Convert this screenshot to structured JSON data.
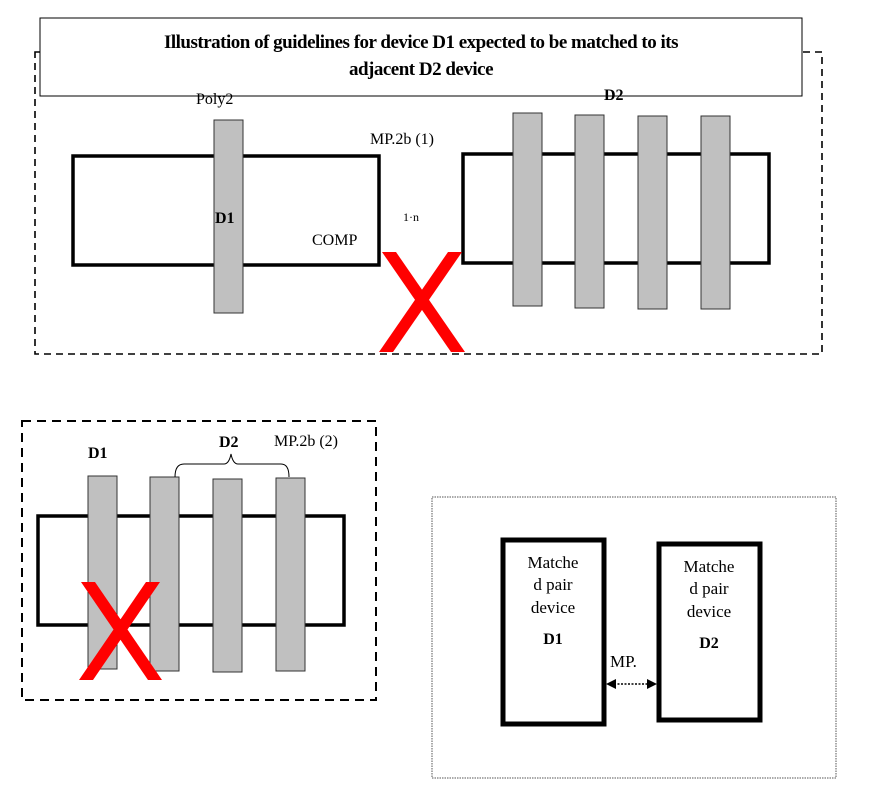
{
  "title": {
    "line1": "Illustration of guidelines for device D1 expected to be matched to its",
    "line2": "adjacent D2 device"
  },
  "panel1": {
    "poly_label": "Poly2",
    "d1_label": "D1",
    "d2_label": "D2",
    "comp_label": "COMP",
    "rule_label": "MP.2b (1)",
    "spacing_label": "1·n",
    "violation_icon": "red-x-icon",
    "d2_gate_count": 4
  },
  "panel2": {
    "d1_label": "D1",
    "d2_label": "D2",
    "rule_label": "MP.2b (2)",
    "violation_icon": "red-x-icon",
    "d2_gate_count": 3
  },
  "panel3": {
    "d1": {
      "line1": "Matche",
      "line2": "d pair",
      "line3": "device",
      "name": "D1"
    },
    "d2": {
      "line1": "Matche",
      "line2": "d pair",
      "line3": "device",
      "name": "D2"
    },
    "spacing_label": "MP.",
    "arrow_icon": "double-arrow-icon"
  },
  "colors": {
    "gate_fill": "#c0c0c0",
    "violation": "#ff0000",
    "outline": "#000000"
  }
}
